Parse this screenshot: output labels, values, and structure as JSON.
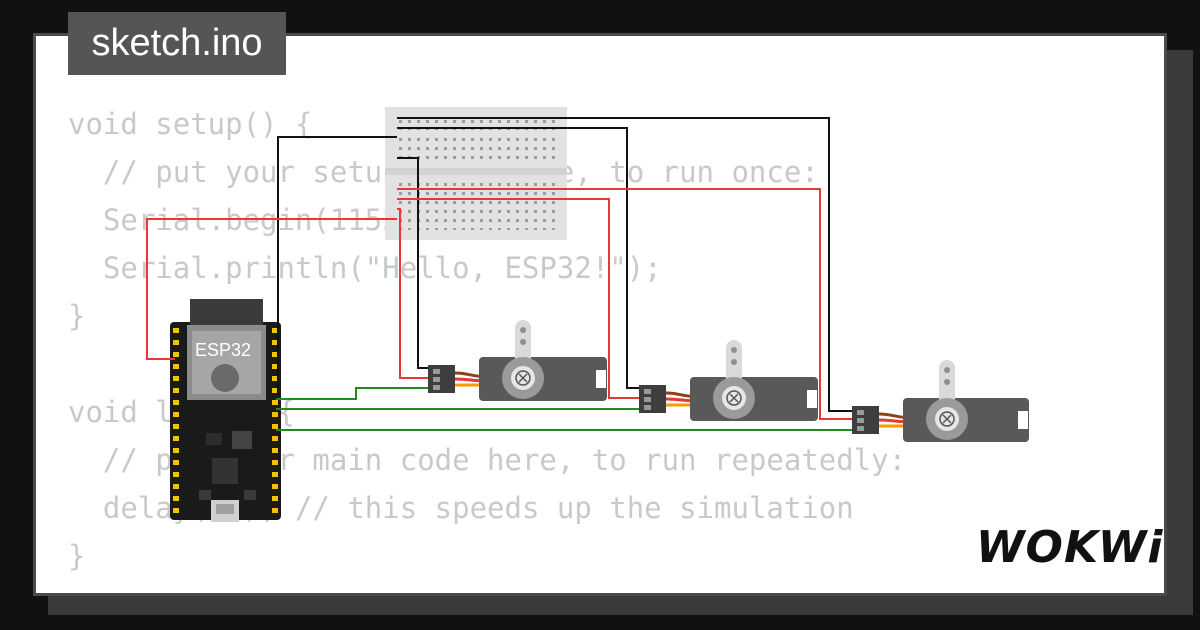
{
  "tab": {
    "label": "sketch.ino"
  },
  "code": {
    "lines": [
      "void setup() {",
      "  // put your setup code here, to run once:",
      "  Serial.begin(115200);",
      "  Serial.println(\"Hello, ESP32!\");",
      "}",
      "",
      "void loop() {",
      "  // put your main code here, to run repeatedly:",
      "  delay(10); // this speeds up the simulation",
      "}"
    ]
  },
  "board": {
    "label": "ESP32"
  },
  "logo": {
    "text": "WOKWi"
  },
  "colors": {
    "background": "#111111",
    "card": "#ffffff",
    "tab": "#555555",
    "code_text": "#c9c9c9",
    "wire_black": "#111111",
    "wire_red": "#e53935",
    "wire_green": "#1e8c1e",
    "servo_body": "#595959"
  },
  "icons": [
    "servo-motor-icon",
    "breadboard-icon",
    "esp32-board-icon",
    "wokwi-logo-icon"
  ]
}
